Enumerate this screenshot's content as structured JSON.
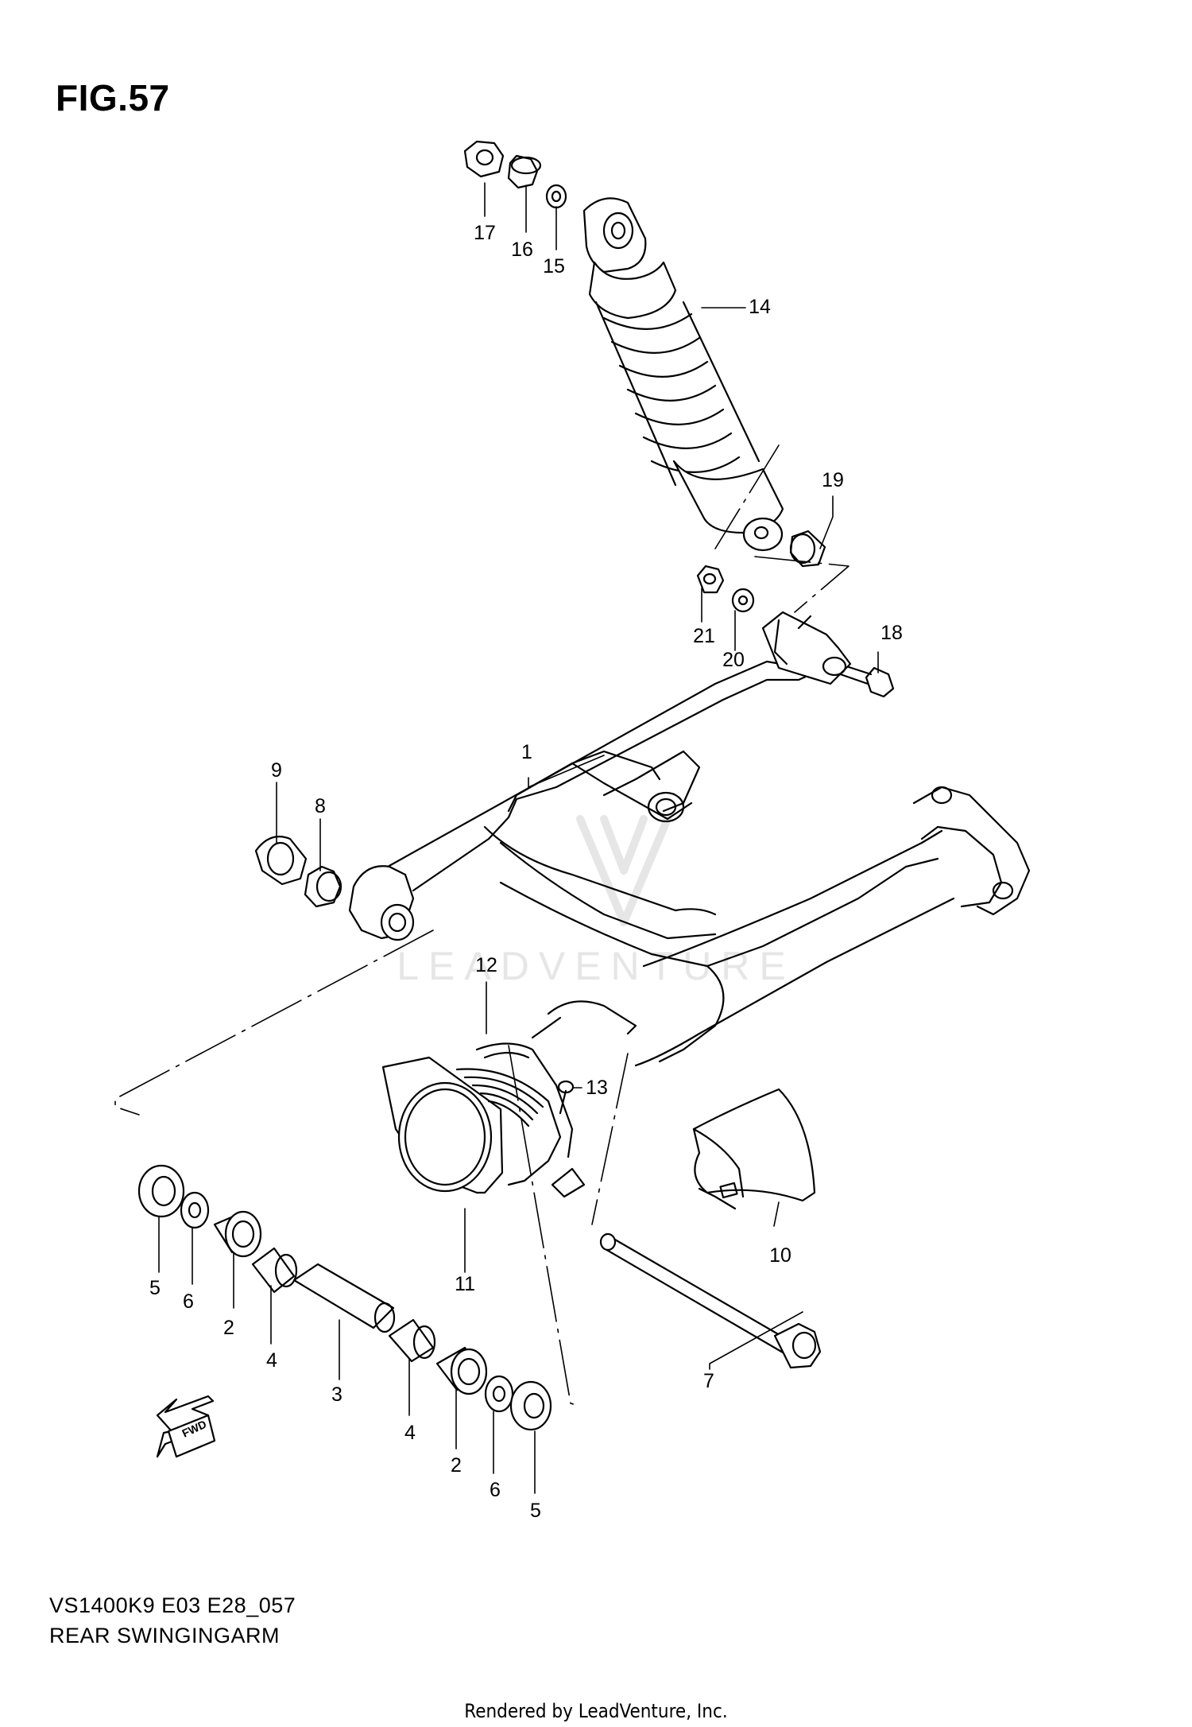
{
  "figure": {
    "title": "FIG.57",
    "model_code": "VS1400K9 E03 E28_057",
    "caption": "REAR SWINGINGARM"
  },
  "watermark": "LEADVENTURE",
  "fwd_label": "FWD",
  "rendered_by": "Rendered by LeadVenture, Inc.",
  "callouts": {
    "c1": "1",
    "c2a": "2",
    "c2b": "2",
    "c3": "3",
    "c4a": "4",
    "c4b": "4",
    "c5a": "5",
    "c5b": "5",
    "c6a": "6",
    "c6b": "6",
    "c7": "7",
    "c8": "8",
    "c9": "9",
    "c10": "10",
    "c11": "11",
    "c12": "12",
    "c13": "13",
    "c14": "14",
    "c15": "15",
    "c16": "16",
    "c17": "17",
    "c18": "18",
    "c19": "19",
    "c20": "20",
    "c21": "21"
  },
  "colors": {
    "line": "#000000",
    "background": "#ffffff",
    "watermark": "#e6e6e6"
  }
}
